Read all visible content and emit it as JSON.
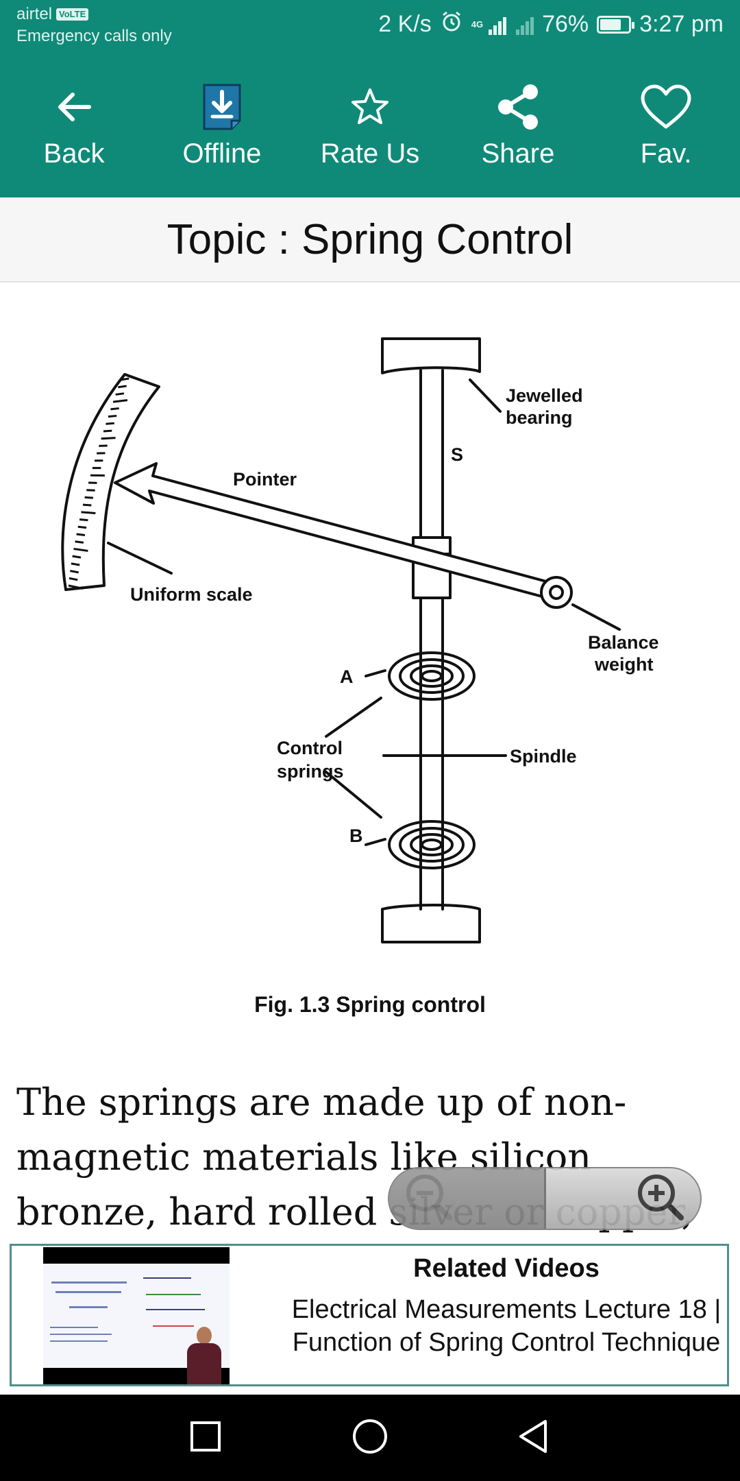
{
  "status_bar": {
    "carrier": "airtel",
    "volte": "VoLTE",
    "emergency": "Emergency calls only",
    "speed": "2 K/s",
    "network": "4G",
    "battery": "76%",
    "battery_level": 0.76,
    "time": "3:27 pm"
  },
  "toolbar": {
    "back_label": "Back",
    "offline_label": "Offline",
    "rate_label": "Rate Us",
    "share_label": "Share",
    "fav_label": "Fav."
  },
  "page": {
    "title": "Topic : Spring Control"
  },
  "figure": {
    "caption": "Fig. 1.3 Spring control",
    "labels": {
      "jewelled": "Jewelled",
      "bearing": "bearing",
      "s": "S",
      "pointer": "Pointer",
      "uniform_scale": "Uniform scale",
      "balance": "Balance",
      "weight": "weight",
      "a": "A",
      "b": "B",
      "control": "Control",
      "springs": "springs",
      "spindle": "Spindle"
    }
  },
  "content": {
    "paragraph": "The springs are made up of non-magnetic materials like silicon bronze, hard rolled silver or copper, phosphor"
  },
  "related": {
    "heading": "Related Videos",
    "title": "Electrical Measurements Lecture 18 | Function of Spring Control Technique"
  },
  "colors": {
    "primary": "#0f8a78",
    "status_text": "#dff3ee"
  }
}
